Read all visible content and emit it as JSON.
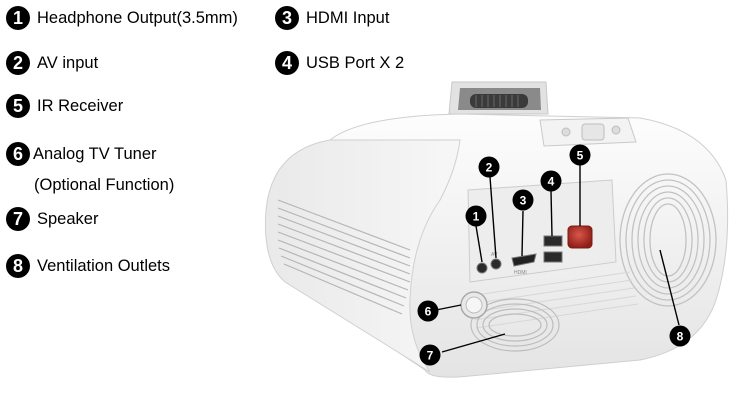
{
  "legend": [
    {
      "number": "1",
      "label": "Headphone Output(3.5mm)"
    },
    {
      "number": "3",
      "label": "HDMI Input"
    },
    {
      "number": "2",
      "label": "AV input"
    },
    {
      "number": "4",
      "label": "USB Port X 2"
    },
    {
      "number": "5",
      "label": "IR Receiver"
    },
    {
      "number": "6",
      "label": "Analog TV Tuner",
      "sublabel": "(Optional Function)"
    },
    {
      "number": "7",
      "label": "Speaker"
    },
    {
      "number": "8",
      "label": "Ventilation Outlets"
    }
  ],
  "callouts": [
    "1",
    "2",
    "3",
    "4",
    "5",
    "6",
    "7",
    "8"
  ],
  "port_labels": {
    "av": "AV",
    "hdmi": "HDMI"
  },
  "colors": {
    "badge": "#000000",
    "body": "#f2f2f2",
    "ir_window": "#b5322a"
  }
}
